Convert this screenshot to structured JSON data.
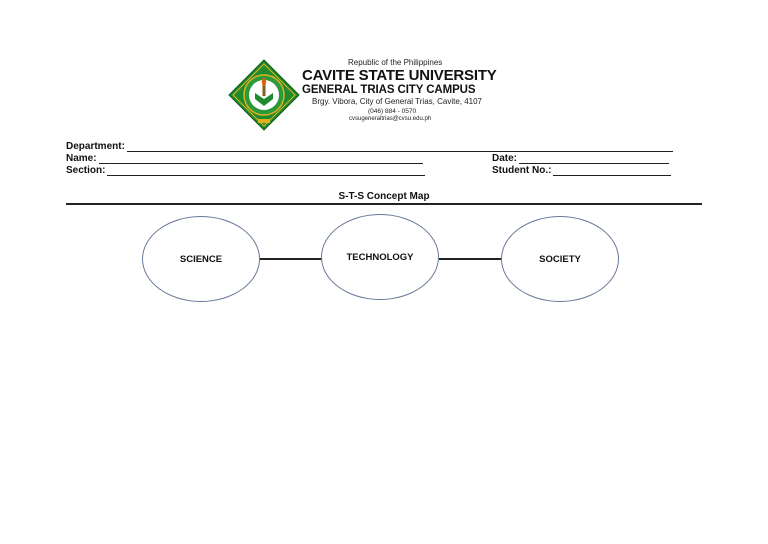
{
  "header": {
    "republic": "Republic of the Philippines",
    "university": "CAVITE STATE UNIVERSITY",
    "campus": "GENERAL TRIAS CITY CAMPUS",
    "address": "Brgy. Vibora, City of General Trias, Cavite, 4107",
    "phone": "(046) 884 - 0570",
    "email": "cvsugeneraltrias@cvsu.edu.ph"
  },
  "form": {
    "department_label": "Department:",
    "name_label": "Name:",
    "section_label": "Section:",
    "date_label": "Date:",
    "student_no_label": "Student No.:"
  },
  "concept_map": {
    "title": "S-T-S Concept Map",
    "nodes": [
      "SCIENCE",
      "TECHNOLOGY",
      "SOCIETY"
    ]
  },
  "colors": {
    "logo_green": "#1f8a2e",
    "logo_gold": "#e0b020",
    "ellipse_border": "#667799"
  }
}
